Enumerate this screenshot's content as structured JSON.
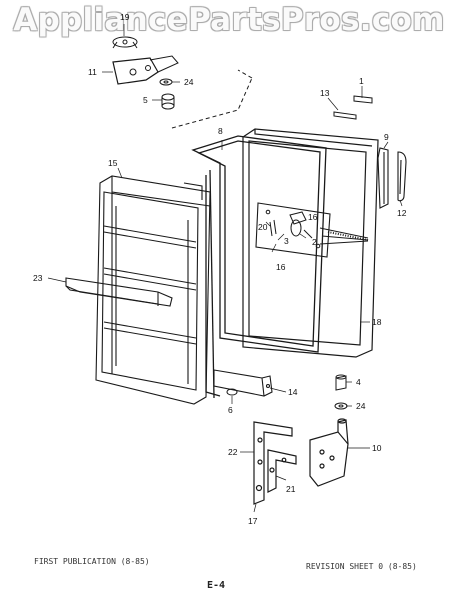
{
  "watermark": "AppliancePartsPros.com",
  "callouts": {
    "c1": "1",
    "c2": "2",
    "c3": "3",
    "c4": "4",
    "c5": "5",
    "c6": "6",
    "c8": "8",
    "c9": "9",
    "c10": "10",
    "c11": "11",
    "c12": "12",
    "c13": "13",
    "c14": "14",
    "c15": "15",
    "c16a": "16",
    "c16b": "16",
    "c17": "17",
    "c19": "19",
    "c20": "20",
    "c21": "21",
    "c22": "22",
    "c23": "23",
    "c24a": "24",
    "c24b": "24"
  },
  "footer": {
    "left": "FIRST PUBLICATION (8-85)",
    "right": "REVISION SHEET 0 (8-85)",
    "page": "E-4"
  }
}
